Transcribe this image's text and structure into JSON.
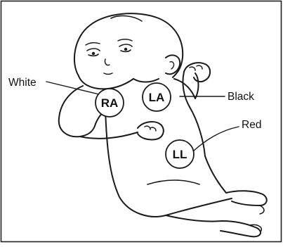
{
  "electrodes": {
    "ra": "RA",
    "la": "LA",
    "ll": "LL"
  },
  "wire_colors": {
    "white": "White",
    "black": "Black",
    "red": "Red"
  }
}
